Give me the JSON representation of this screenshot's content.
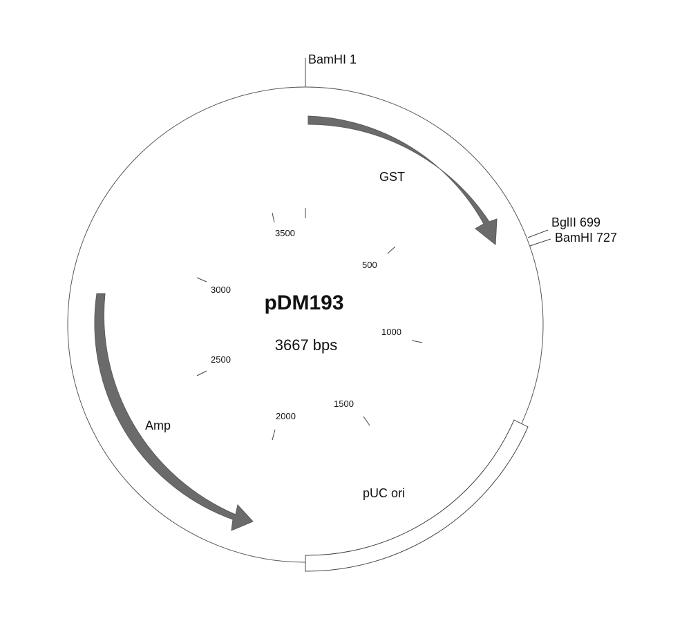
{
  "plasmid": {
    "name": "pDM193",
    "size_text": "3667 bps",
    "length_bp": 3667
  },
  "restriction_sites": [
    {
      "label": "BamHI 1",
      "position": 1
    },
    {
      "label": "BglII 699",
      "position": 699
    },
    {
      "label": "BamHI 727",
      "position": 727
    }
  ],
  "features": [
    {
      "name": "GST",
      "type": "arrow",
      "direction": "clockwise",
      "color": "#6b6b6b"
    },
    {
      "name": "Amp",
      "type": "arrow",
      "direction": "counterclockwise",
      "color": "#6b6b6b"
    },
    {
      "name": "pUC ori",
      "type": "box",
      "color": "#ffffff"
    }
  ],
  "ticks": [
    {
      "label": "500",
      "position": 500
    },
    {
      "label": "1000",
      "position": 1000
    },
    {
      "label": "1500",
      "position": 1500
    },
    {
      "label": "2000",
      "position": 2000
    },
    {
      "label": "2500",
      "position": 2500
    },
    {
      "label": "3000",
      "position": 3000
    },
    {
      "label": "3500",
      "position": 3500
    }
  ],
  "colors": {
    "backbone": "#555555",
    "arrow_fill": "#6b6b6b",
    "background": "#ffffff"
  }
}
